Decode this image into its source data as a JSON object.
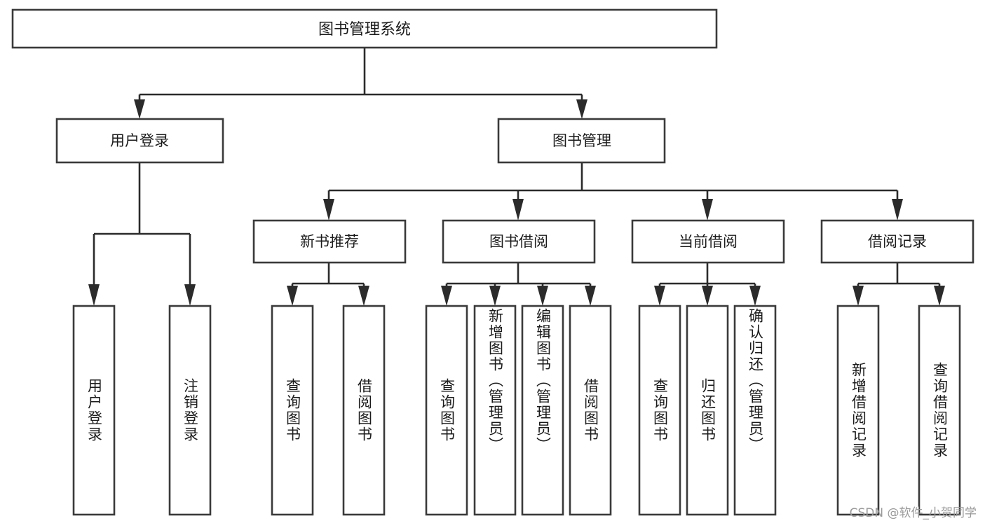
{
  "diagram": {
    "title": "图书管理系统",
    "type": "tree",
    "orientation": "top-down",
    "colors": {
      "box_stroke": "#3a3a3a",
      "box_fill": "#ffffff",
      "connector": "#2b2b2b",
      "text": "#1b1b1b",
      "background": "#ffffff",
      "watermark": "#9a9a9a"
    },
    "root": {
      "label": "图书管理系统"
    },
    "level2": [
      {
        "label": "用户登录"
      },
      {
        "label": "图书管理"
      }
    ],
    "level3": [
      {
        "label": "新书推荐"
      },
      {
        "label": "图书借阅"
      },
      {
        "label": "当前借阅"
      },
      {
        "label": "借阅记录"
      }
    ],
    "leaves": {
      "user_login": [
        {
          "label": "用户登录"
        },
        {
          "label": "注销登录"
        }
      ],
      "new_book_recommend": [
        {
          "label": "查询图书"
        },
        {
          "label": "借阅图书"
        }
      ],
      "book_borrow": [
        {
          "label": "查询图书"
        },
        {
          "label": "新增图书（管理员）"
        },
        {
          "label": "编辑图书（管理员）"
        },
        {
          "label": "借阅图书"
        }
      ],
      "current_borrow": [
        {
          "label": "查询图书"
        },
        {
          "label": "归还图书"
        },
        {
          "label": "确认归还（管理员）"
        }
      ],
      "borrow_record": [
        {
          "label": "新增借阅记录"
        },
        {
          "label": "查询借阅记录"
        }
      ]
    }
  },
  "watermark": {
    "text": "CSDN @软件_小贺同学"
  }
}
